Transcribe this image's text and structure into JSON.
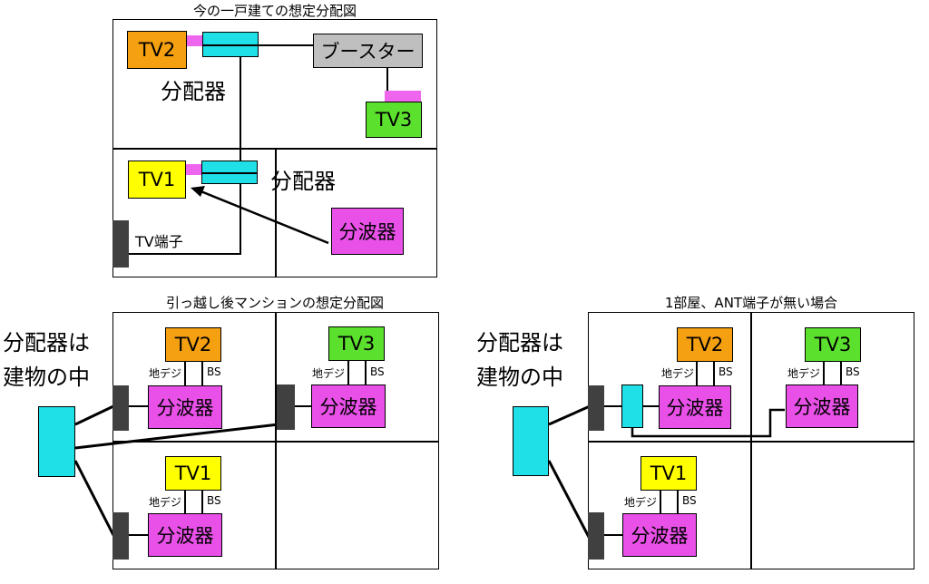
{
  "colors": {
    "tv2": "#f5a011",
    "tv3": "#5ce02e",
    "tv1": "#ffff00",
    "splitter": "#1fe0e6",
    "booster": "#bfbfbf",
    "filter": "#e850e8",
    "connector": "#ee66ee",
    "terminal": "#404040"
  },
  "diagram1": {
    "title": "今の一戸建ての想定分配図",
    "tv2": "TV2",
    "tv3": "TV3",
    "tv1": "TV1",
    "booster": "ブースター",
    "splitter_label_upper": "分配器",
    "splitter_label_lower": "分配器",
    "filter": "分波器",
    "terminal_label": "TV端子"
  },
  "diagram2": {
    "title": "引っ越し後マンションの想定分配図",
    "side_label_1": "分配器は",
    "side_label_2": "建物の中",
    "tv2": "TV2",
    "tv3": "TV3",
    "tv1": "TV1",
    "filter": "分波器",
    "digital": "地デジ",
    "bs": "BS"
  },
  "diagram3": {
    "title": "1部屋、ANT端子が無い場合",
    "side_label_1": "分配器は",
    "side_label_2": "建物の中",
    "tv2": "TV2",
    "tv3": "TV3",
    "tv1": "TV1",
    "filter": "分波器",
    "digital": "地デジ",
    "bs": "BS"
  }
}
